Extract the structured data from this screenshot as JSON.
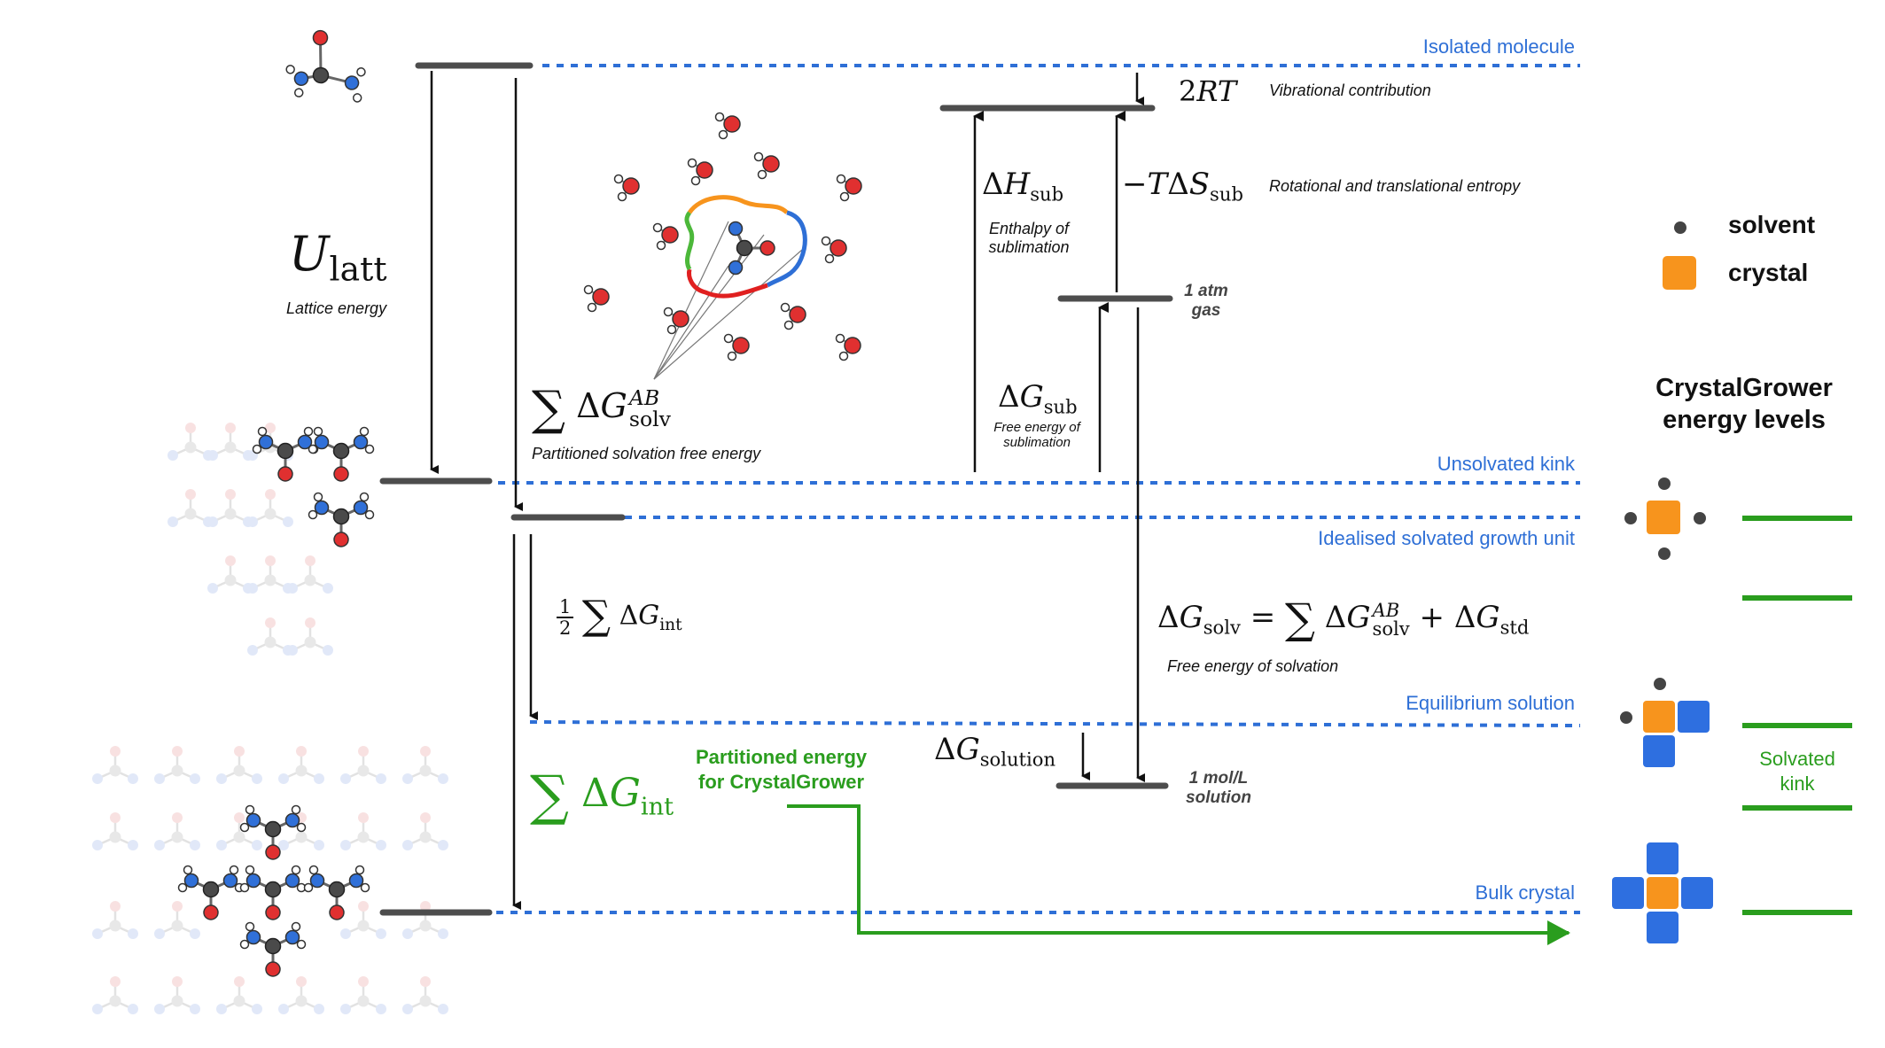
{
  "levels": {
    "isolated_molecule": "Isolated molecule",
    "unsolvated_kink": "Unsolvated kink",
    "idealised_solvated_growth_unit": "Idealised solvated growth unit",
    "equilibrium_solution": "Equilibrium solution",
    "bulk_crystal": "Bulk crystal"
  },
  "annotations": {
    "lattice_energy": "Lattice energy",
    "partitioned_solvation": "Partitioned solvation free energy",
    "vibrational": "Vibrational contribution",
    "rot_trans": "Rotational and translational entropy",
    "enthalpy_sub_1": "Enthalpy of",
    "enthalpy_sub_2": "sublimation",
    "free_energy_sub_1": "Free energy of",
    "free_energy_sub_2": "sublimation",
    "atm_gas_1": "1 atm",
    "atm_gas_2": "gas",
    "free_energy_solv": "Free energy of solvation",
    "mol_solution_1": "1 mol/L",
    "mol_solution_2": "solution",
    "partitioned_cg_1": "Partitioned energy",
    "partitioned_cg_2": "for CrystalGrower"
  },
  "legend": {
    "solvent": "solvent",
    "crystal": "crystal"
  },
  "crystalgrower": {
    "title_1": "CrystalGrower",
    "title_2": "energy levels",
    "solvated_kink_1": "Solvated",
    "solvated_kink_2": "kink"
  },
  "colors": {
    "dotted_line": "#2e6fd6",
    "level_bar": "#4d4d4d",
    "green": "#2a9d1e",
    "crystal_orange": "#f7941d",
    "crystal_blue": "#2e6fe0",
    "solvent_gray": "#444444",
    "oxygen_red": "#e03030",
    "nitrogen_blue": "#3070d8",
    "carbon_gray": "#4a4a4a"
  }
}
